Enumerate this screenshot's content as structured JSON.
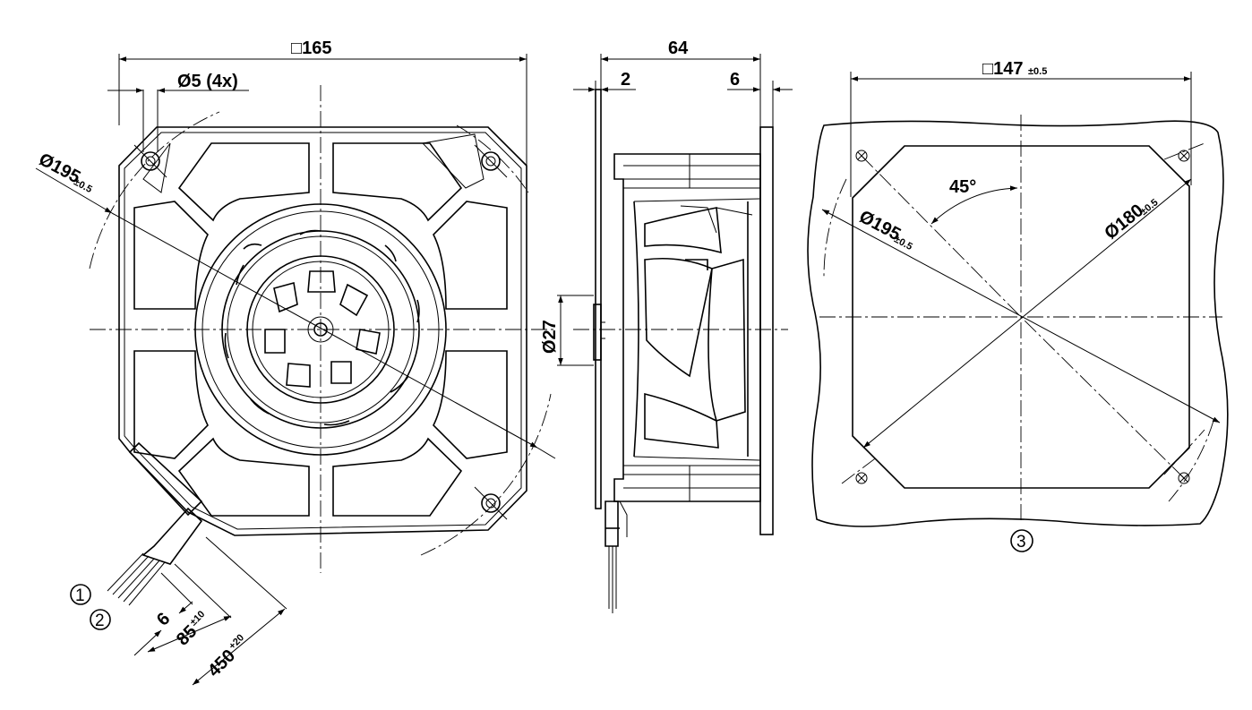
{
  "dimensions": {
    "front_square": "□165",
    "hole_dia": "Ø5 (4x)",
    "outer_dia_main": "Ø195",
    "outer_dia_tol": "±0.5",
    "depth": "64",
    "flange_left": "2",
    "flange_right": "6",
    "hub_dia": "Ø27",
    "cable_strip": "6",
    "cable_inner_main": "85",
    "cable_inner_tol": "±10",
    "cable_length_main": "450",
    "cable_length_tol": "+20",
    "cutout_square_main": "□147",
    "cutout_square_tol": "±0.5",
    "cutout_angle": "45°",
    "cutout_dia1_main": "Ø195",
    "cutout_dia1_tol": "±0.5",
    "cutout_dia2_main": "Ø180",
    "cutout_dia2_tol": "±0.5"
  },
  "callouts": [
    "1",
    "2",
    "3"
  ]
}
